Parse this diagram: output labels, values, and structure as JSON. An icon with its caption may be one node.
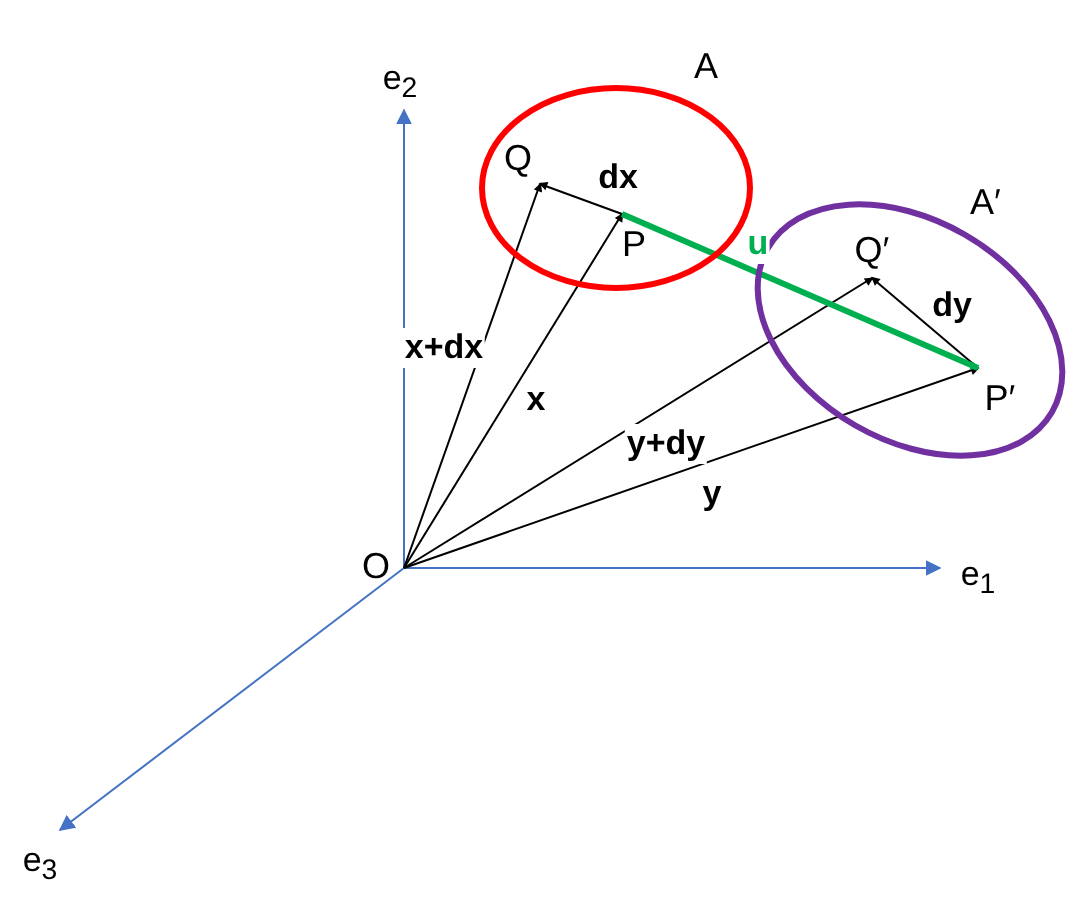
{
  "diagram": {
    "nodes": [
      {
        "text": [
          "O"
        ]
      },
      {
        "text": [
          "A"
        ]
      },
      {
        "text": [
          "Q"
        ],
        "in": 1
      },
      {
        "text": [
          "P"
        ],
        "in": 1
      },
      {
        "text": [
          "A′"
        ]
      },
      {
        "text": [
          "Q′"
        ],
        "in": 4
      },
      {
        "text": [
          "P′"
        ],
        "in": 4
      }
    ],
    "edges": [
      {
        "from": 0,
        "to": 2,
        "arrow": "to",
        "label": "x+dx"
      },
      {
        "from": 0,
        "to": 3,
        "arrow": "to",
        "label": "x"
      },
      {
        "from": 3,
        "to": 2,
        "arrow": "to",
        "label": "dx"
      },
      {
        "from": 0,
        "to": 5,
        "arrow": "to",
        "label": "y+dy"
      },
      {
        "from": 0,
        "to": 6,
        "arrow": "to",
        "label": "y"
      },
      {
        "from": 6,
        "to": 5,
        "arrow": "to",
        "label": "dy"
      },
      {
        "from": 3,
        "to": 6,
        "arrow": "to",
        "label": "u",
        "style": "thick",
        "color": "#00b050"
      }
    ],
    "labels": [
      "e$_{2}$",
      "e$_{1}$",
      "e$_{3}$"
    ]
  }
}
